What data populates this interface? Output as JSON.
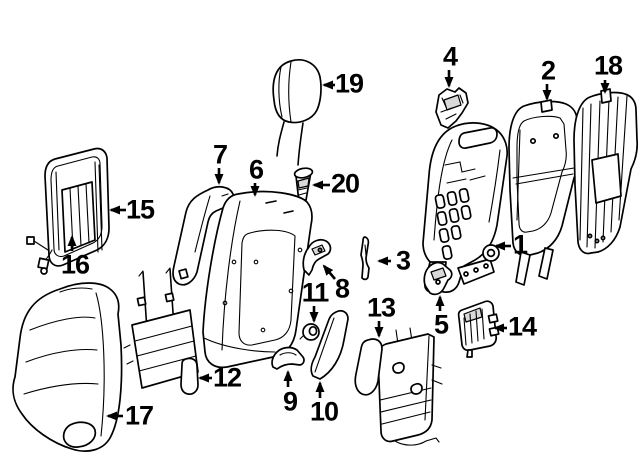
{
  "diagram": {
    "colors": {
      "background": "#ffffff",
      "line": "#000000",
      "shade": "#d9d9d9"
    },
    "callouts": {
      "c1": {
        "label": "1"
      },
      "c2": {
        "label": "2"
      },
      "c3": {
        "label": "3"
      },
      "c4": {
        "label": "4"
      },
      "c5": {
        "label": "5"
      },
      "c6": {
        "label": "6"
      },
      "c7": {
        "label": "7"
      },
      "c8": {
        "label": "8"
      },
      "c9": {
        "label": "9"
      },
      "c10": {
        "label": "10"
      },
      "c11": {
        "label": "11"
      },
      "c12": {
        "label": "12"
      },
      "c13": {
        "label": "13"
      },
      "c14": {
        "label": "14"
      },
      "c15": {
        "label": "15"
      },
      "c16": {
        "label": "16"
      },
      "c17": {
        "label": "17"
      },
      "c18": {
        "label": "18"
      },
      "c19": {
        "label": "19"
      },
      "c20": {
        "label": "20"
      }
    }
  }
}
